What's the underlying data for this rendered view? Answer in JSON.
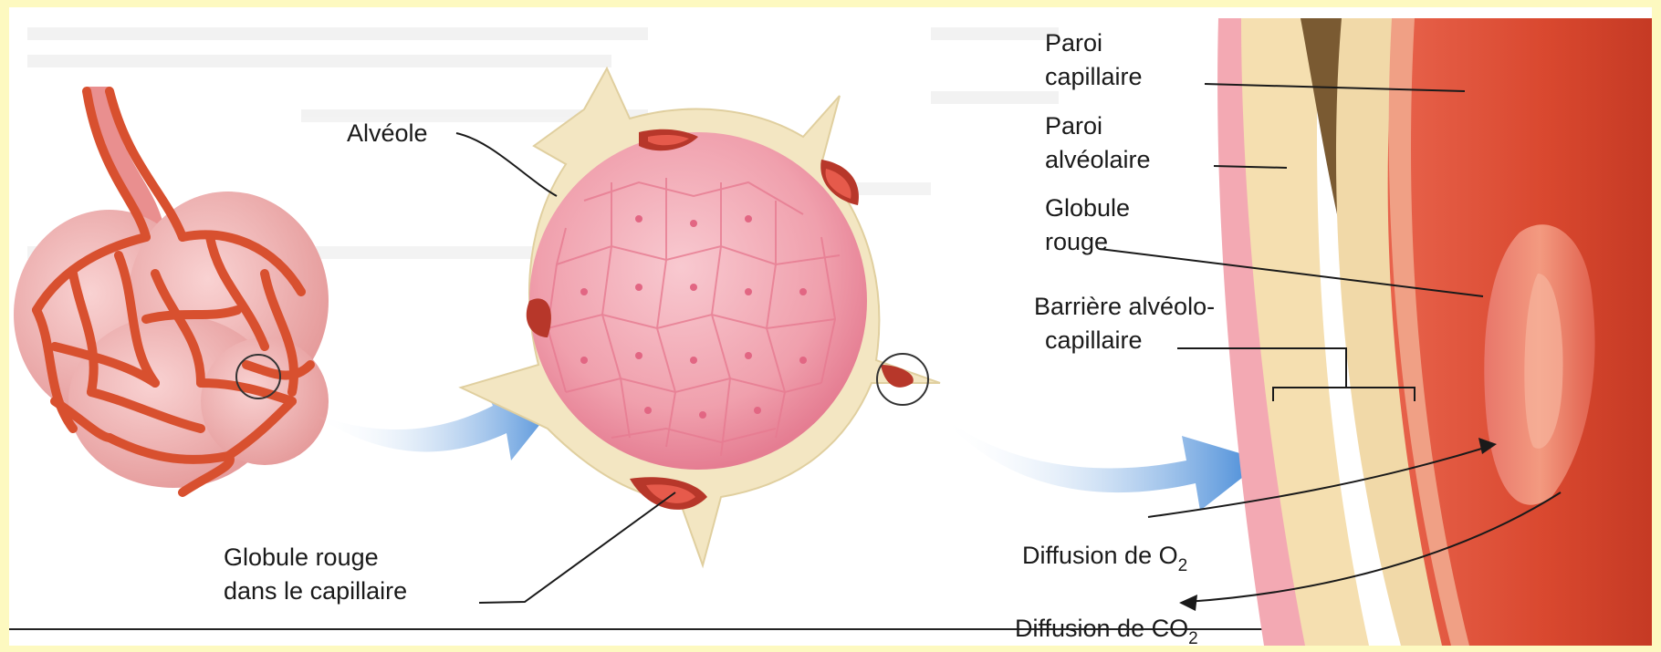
{
  "labels": {
    "alveole": "Alvéole",
    "globule_capillaire_line1": "Globule rouge",
    "globule_capillaire_line2": "dans le capillaire",
    "paroi_capillaire_line1": "Paroi",
    "paroi_capillaire_line2": "capillaire",
    "paroi_alveolaire_line1": "Paroi",
    "paroi_alveolaire_line2": "alvéolaire",
    "globule_rouge_line1": "Globule",
    "globule_rouge_line2": "rouge",
    "barriere_line1": "Barrière alvéolo-",
    "barriere_line2": "capillaire",
    "diffusion_o2_prefix": "Diffusion de O",
    "diffusion_o2_sub": "2",
    "diffusion_co2_prefix": "Diffusion de CO",
    "diffusion_co2_sub": "2"
  },
  "colors": {
    "border": "#fdf9c0",
    "page": "#ffffff",
    "capillary": "#d9553a",
    "capillary_dark": "#b23a28",
    "alveolus_pink": "#f0a0ad",
    "alveolus_light": "#f8c9d0",
    "membrane": "#f3e6c2",
    "arrow_blue": "#4a8fd9"
  }
}
